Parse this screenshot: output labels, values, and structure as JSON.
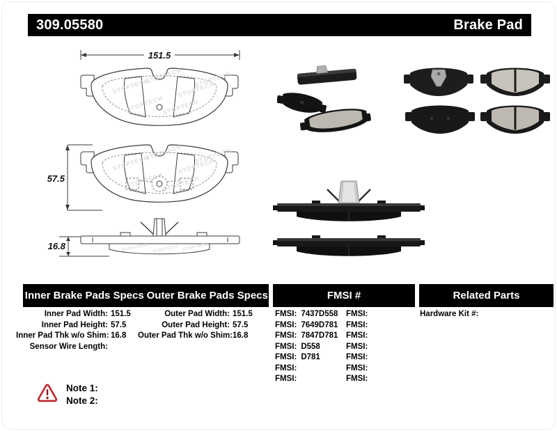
{
  "header": {
    "part_number": "309.05580",
    "product_type": "Brake Pad"
  },
  "diagram": {
    "width_dim": "151.5",
    "height_dim": "57.5",
    "thickness_dim": "16.8",
    "watermark": "STOPTECH"
  },
  "tables": {
    "inner": {
      "title": "Inner Brake Pads Specs",
      "rows": [
        {
          "label": "Inner Pad Width:",
          "value": "151.5"
        },
        {
          "label": "Inner Pad Height:",
          "value": "57.5"
        },
        {
          "label": "Inner Pad Thk w/o Shim:",
          "value": "16.8"
        },
        {
          "label": "Sensor Wire Length:",
          "value": ""
        }
      ]
    },
    "outer": {
      "title": "Outer Brake Pads Specs",
      "rows": [
        {
          "label": "Outer Pad Width:",
          "value": "151.5"
        },
        {
          "label": "Outer Pad Height:",
          "value": "57.5"
        },
        {
          "label": "Outer Pad Thk w/o Shim:",
          "value": "16.8"
        }
      ]
    },
    "fmsi": {
      "title": "FMSI #",
      "left_rows": [
        {
          "label": "FMSI:",
          "value": "7437D558"
        },
        {
          "label": "FMSI:",
          "value": "7649D781"
        },
        {
          "label": "FMSI:",
          "value": "7847D781"
        },
        {
          "label": "FMSI:",
          "value": "D558"
        },
        {
          "label": "FMSI:",
          "value": "D781"
        },
        {
          "label": "FMSI:",
          "value": ""
        },
        {
          "label": "FMSI:",
          "value": ""
        }
      ],
      "right_rows": [
        {
          "label": "FMSI:",
          "value": ""
        },
        {
          "label": "FMSI:",
          "value": ""
        },
        {
          "label": "FMSI:",
          "value": ""
        },
        {
          "label": "FMSI:",
          "value": ""
        },
        {
          "label": "FMSI:",
          "value": ""
        },
        {
          "label": "FMSI:",
          "value": ""
        },
        {
          "label": "FMSI:",
          "value": ""
        }
      ]
    },
    "related": {
      "title": "Related Parts",
      "rows": [
        {
          "label": "Hardware Kit #:",
          "value": ""
        }
      ]
    }
  },
  "notes": {
    "warning_icon": "warning-triangle-icon",
    "note1": "Note 1:",
    "note2": "Note 2:"
  },
  "colors": {
    "bar_bg": "#000000",
    "bar_text": "#ffffff",
    "warning_red": "#c1272d",
    "watermark_gray": "#dcdcdc"
  }
}
